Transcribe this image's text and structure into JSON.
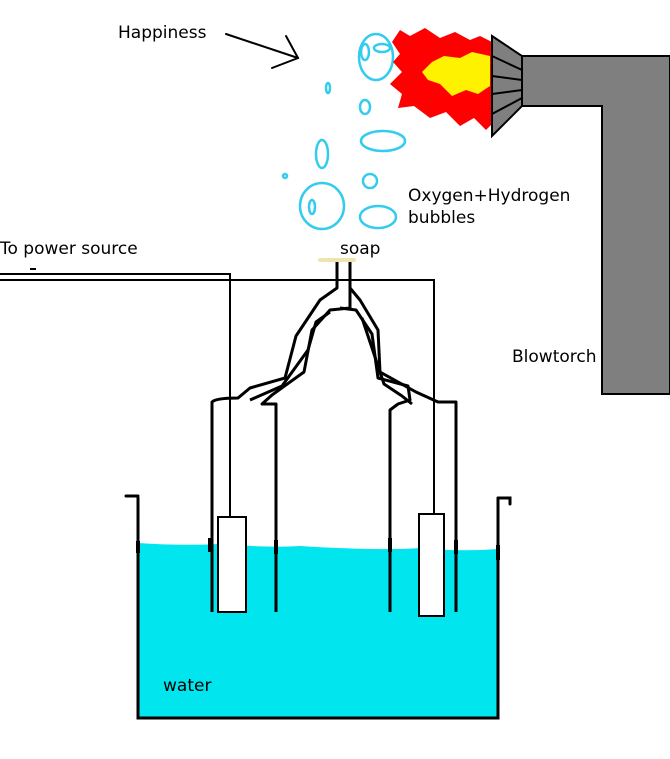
{
  "labels": {
    "happiness": "Happiness",
    "bubbles_line1": "Oxygen+Hydrogen",
    "bubbles_line2": "bubbles",
    "power": "To power source",
    "soap": "soap",
    "blowtorch": "Blowtorch",
    "water": "water"
  },
  "colors": {
    "water": "#00E5EE",
    "bubble": "#33CCEE",
    "flame_outer": "#FF0000",
    "flame_inner": "#FFF200",
    "torch_body": "#7F7F7F",
    "soap": "#EFE4B0",
    "line": "#000000"
  }
}
